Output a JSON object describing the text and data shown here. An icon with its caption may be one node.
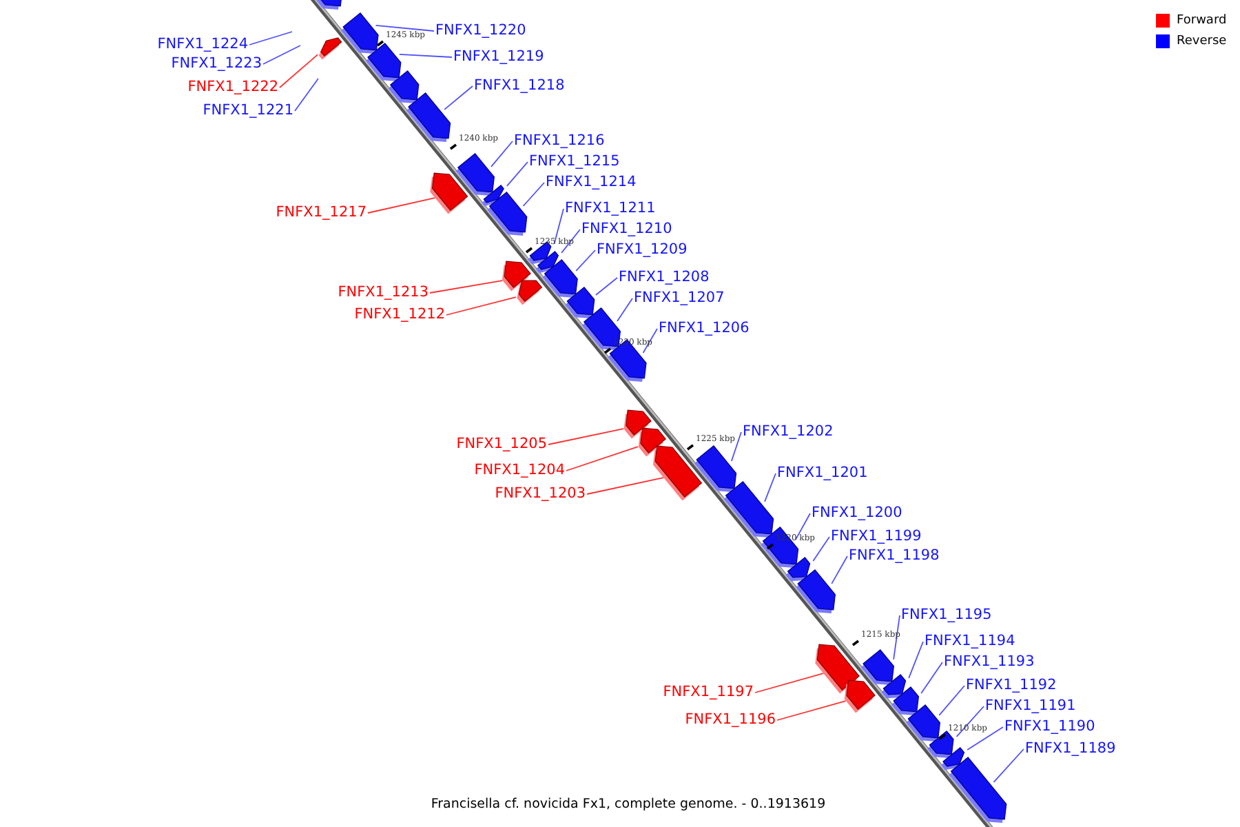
{
  "diagram": {
    "caption": "Francisella cf. novicida Fx1, complete genome. - 0..1913619",
    "nodes": [
      {
        "text": [
          "FNFX1_1220"
        ]
      },
      {
        "text": [
          "FNFX1_1224"
        ]
      },
      {
        "text": [
          "FNFX1_1219"
        ]
      },
      {
        "text": [
          "FNFX1_1223"
        ]
      },
      {
        "text": [
          "FNFX1_1218"
        ]
      },
      {
        "text": [
          "FNFX1_1222"
        ]
      },
      {
        "text": [
          "FNFX1_1221"
        ]
      },
      {
        "text": [
          "FNFX1_1216"
        ]
      },
      {
        "text": [
          "FNFX1_1215"
        ]
      },
      {
        "text": [
          "FNFX1_1214"
        ]
      },
      {
        "text": [
          "FNFX1_1211"
        ]
      },
      {
        "text": [
          "FNFX1_1217"
        ]
      },
      {
        "text": [
          "FNFX1_1210"
        ]
      },
      {
        "text": [
          "FNFX1_1209"
        ]
      },
      {
        "text": [
          "FNFX1_1208"
        ]
      },
      {
        "text": [
          "FNFX1_1213"
        ]
      },
      {
        "text": [
          "FNFX1_1207"
        ]
      },
      {
        "text": [
          "FNFX1_1212"
        ]
      },
      {
        "text": [
          "FNFX1_1206"
        ]
      },
      {
        "text": [
          "FNFX1_1202"
        ]
      },
      {
        "text": [
          "FNFX1_1205"
        ]
      },
      {
        "text": [
          "FNFX1_1204"
        ]
      },
      {
        "text": [
          "FNFX1_1201"
        ]
      },
      {
        "text": [
          "FNFX1_1203"
        ]
      },
      {
        "text": [
          "FNFX1_1200"
        ]
      },
      {
        "text": [
          "FNFX1_1199"
        ]
      },
      {
        "text": [
          "FNFX1_1198"
        ]
      },
      {
        "text": [
          "FNFX1_1195"
        ]
      },
      {
        "text": [
          "FNFX1_1194"
        ]
      },
      {
        "text": [
          "FNFX1_1193"
        ]
      },
      {
        "text": [
          "FNFX1_1192"
        ]
      },
      {
        "text": [
          "FNFX1_1197"
        ]
      },
      {
        "text": [
          "FNFX1_1191"
        ]
      },
      {
        "text": [
          "FNFX1_1196"
        ]
      },
      {
        "text": [
          "FNFX1_1190"
        ]
      },
      {
        "text": [
          "FNFX1_1189"
        ]
      },
      {
        "text": [],
        "shape": "bar"
      },
      {
        "text": [],
        "shape": "bar"
      },
      {
        "text": [],
        "shape": "bar"
      },
      {
        "text": [],
        "shape": "bar"
      },
      {
        "text": [],
        "shape": "bar"
      },
      {
        "text": [],
        "shape": "bar"
      },
      {
        "text": [],
        "shape": "bar"
      },
      {
        "text": [],
        "shape": "bar"
      },
      {
        "text": [],
        "shape": "bar"
      },
      {
        "text": [],
        "shape": "bar"
      },
      {
        "text": [],
        "shape": "bar"
      },
      {
        "text": [],
        "shape": "bar"
      },
      {
        "text": [],
        "shape": "bar"
      },
      {
        "text": [],
        "shape": "bar"
      },
      {
        "text": [],
        "shape": "bar"
      },
      {
        "text": [],
        "shape": "bar"
      },
      {
        "text": [],
        "shape": "bar"
      },
      {
        "text": [],
        "shape": "bar"
      },
      {
        "text": [],
        "shape": "bar"
      },
      {
        "text": [],
        "shape": "bar"
      },
      {
        "text": [],
        "shape": "bar"
      },
      {
        "text": [],
        "shape": "bar"
      },
      {
        "text": [],
        "shape": "bar"
      },
      {
        "text": [],
        "shape": "bar"
      },
      {
        "text": [],
        "shape": "bar"
      },
      {
        "text": [],
        "shape": "bar"
      },
      {
        "text": [],
        "shape": "bar"
      },
      {
        "text": [],
        "shape": "bar"
      },
      {
        "text": [],
        "shape": "bar"
      },
      {
        "text": [],
        "shape": "bar"
      },
      {
        "text": [],
        "shape": "bar"
      },
      {
        "text": [],
        "shape": "bar"
      },
      {
        "text": [],
        "shape": "bar"
      },
      {
        "text": [],
        "shape": "bar"
      },
      {
        "text": [],
        "shape": "bar"
      }
    ],
    "edges": [
      {
        "from": 0,
        "to": 37,
        "arrow": "none"
      },
      {
        "from": 1,
        "to": null,
        "arrow": "none"
      },
      {
        "from": 2,
        "to": 39,
        "arrow": "none"
      },
      {
        "from": 3,
        "to": null,
        "arrow": "none"
      },
      {
        "from": 4,
        "to": 41,
        "arrow": "none"
      },
      {
        "from": 5,
        "to": 38,
        "arrow": "none",
        "color": "#ff3030"
      },
      {
        "from": 6,
        "to": null,
        "arrow": "none"
      },
      {
        "from": 7,
        "to": 43,
        "arrow": "none"
      },
      {
        "from": 8,
        "to": 44,
        "arrow": "none"
      },
      {
        "from": 9,
        "to": 45,
        "arrow": "none"
      },
      {
        "from": 10,
        "to": 47,
        "arrow": "none"
      },
      {
        "from": 11,
        "to": 42,
        "arrow": "none",
        "color": "#ff3030"
      },
      {
        "from": 12,
        "to": 48,
        "arrow": "none"
      },
      {
        "from": 13,
        "to": 50,
        "arrow": "none"
      },
      {
        "from": 14,
        "to": 51,
        "arrow": "none"
      },
      {
        "from": 15,
        "to": 46,
        "arrow": "none",
        "color": "#ff3030"
      },
      {
        "from": 16,
        "to": 52,
        "arrow": "none"
      },
      {
        "from": 17,
        "to": 49,
        "arrow": "none",
        "color": "#ff3030"
      },
      {
        "from": 18,
        "to": 53,
        "arrow": "none"
      },
      {
        "from": 19,
        "to": 57,
        "arrow": "none"
      },
      {
        "from": 20,
        "to": 54,
        "arrow": "none",
        "color": "#ff3030"
      },
      {
        "from": 21,
        "to": 55,
        "arrow": "none",
        "color": "#ff3030"
      },
      {
        "from": 22,
        "to": 58,
        "arrow": "none"
      },
      {
        "from": 23,
        "to": 56,
        "arrow": "none",
        "color": "#ff3030"
      },
      {
        "from": 24,
        "to": 59,
        "arrow": "none"
      },
      {
        "from": 25,
        "to": 60,
        "arrow": "none"
      },
      {
        "from": 26,
        "to": 61,
        "arrow": "none"
      },
      {
        "from": 27,
        "to": 64,
        "arrow": "none"
      },
      {
        "from": 28,
        "to": 65,
        "arrow": "none"
      },
      {
        "from": 29,
        "to": 66,
        "arrow": "none"
      },
      {
        "from": 30,
        "to": 67,
        "arrow": "none"
      },
      {
        "from": 31,
        "to": 62,
        "arrow": "none",
        "color": "#ff3030"
      },
      {
        "from": 32,
        "to": 68,
        "arrow": "none"
      },
      {
        "from": 33,
        "to": 63,
        "arrow": "none",
        "color": "#ff3030"
      },
      {
        "from": 34,
        "to": 69,
        "arrow": "none"
      },
      {
        "from": 35,
        "to": 70,
        "arrow": "none"
      }
    ],
    "labels": [
      "1245 kbp",
      "1240 kbp",
      "1235 kbp",
      "1230 kbp",
      "1225 kbp",
      "1220 kbp",
      "1215 kbp",
      "1210 kbp"
    ],
    "legend": [
      {
        "text": "Forward",
        "color": "#ff0000"
      },
      {
        "text": "Reverse",
        "color": "#0000ff"
      }
    ]
  }
}
